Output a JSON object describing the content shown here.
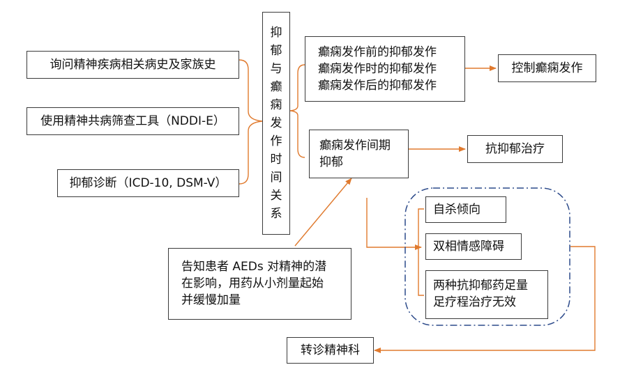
{
  "colors": {
    "arrow": "#e07a2e",
    "dash_group": "#2c4a8a",
    "border": "#3a3a3a"
  },
  "left_inputs": [
    "询问精神疾病相关病史及家族史",
    "使用精神共病筛查工具（NDDI-E）",
    "抑郁诊断（ICD-10, DSM-V）"
  ],
  "center_column": [
    "抑",
    "郁",
    "与",
    "癫",
    "痫",
    "发",
    "作",
    "时",
    "间",
    "关",
    "系"
  ],
  "upper_branch": {
    "lines": [
      "癫痫发作前的抑郁发作",
      "癫痫发作时的抑郁发作",
      "癫痫发作后的抑郁发作"
    ],
    "target": "控制癫痫发作"
  },
  "middle_branch": {
    "lines": [
      "癫痫发作间期",
      "抑郁"
    ],
    "target": "抗抑郁治疗"
  },
  "risk_group": [
    "自杀倾向",
    "双相情感障碍",
    [
      "两种抗抑郁药足量",
      "足疗程治疗无效"
    ]
  ],
  "notice": [
    "告知患者 AEDs 对精神的潜",
    "在影响，用药从小剂量起始",
    "并缓慢加量"
  ],
  "referral": "转诊精神科"
}
